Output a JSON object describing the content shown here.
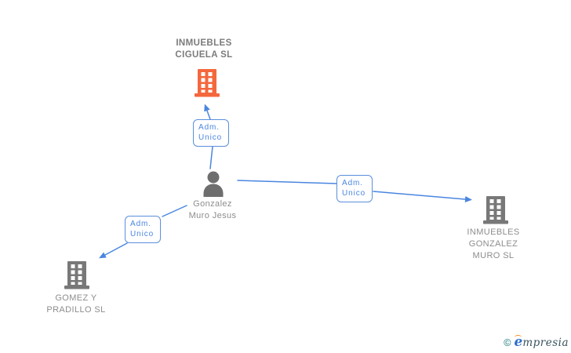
{
  "colors": {
    "accent_blue": "#4a86e0",
    "accent_orange": "#f4673d",
    "building_gray": "#787878",
    "person_gray": "#6e6e6e",
    "label_gray": "#8d8d8d",
    "highlight_label_gray": "#7b7b7b"
  },
  "nodes": {
    "company_ciguela": {
      "label_lines": [
        "INMUEBLES",
        "CIGUELA SL"
      ],
      "icon": "building-icon",
      "highlighted": true
    },
    "person_gonzalez": {
      "label_lines": [
        "Gonzalez",
        "Muro Jesus"
      ],
      "icon": "person-icon"
    },
    "company_inmuebles_gonzalez": {
      "label_lines": [
        "INMUEBLES",
        "GONZALEZ",
        "MURO SL"
      ],
      "icon": "building-icon"
    },
    "company_gomez_pradillo": {
      "label_lines": [
        "GOMEZ Y",
        "PRADILLO SL"
      ],
      "icon": "building-icon"
    }
  },
  "edges": {
    "person_to_ciguela": {
      "label_lines": [
        "Adm.",
        "Unico"
      ]
    },
    "person_to_inmuebles_gonzalez": {
      "label_lines": [
        "Adm.",
        "Unico"
      ]
    },
    "person_to_gomez_pradillo": {
      "label_lines": [
        "Adm.",
        "Unico"
      ]
    }
  },
  "watermark": {
    "copyright_symbol": "©",
    "brand_first_letter": "e",
    "brand_rest": "mpresia"
  }
}
